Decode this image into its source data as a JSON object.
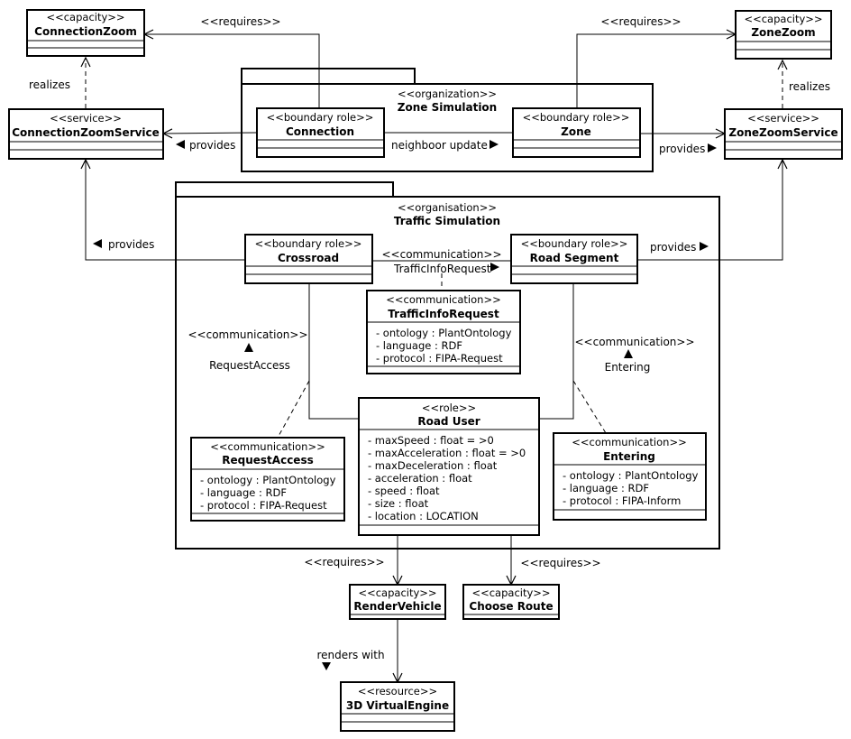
{
  "packages": {
    "zone": {
      "stereotype": "<<organization>>",
      "name": "Zone Simulation"
    },
    "traffic": {
      "stereotype": "<<organisation>>",
      "name": "Traffic Simulation"
    }
  },
  "classes": {
    "connection_zoom": {
      "stereotype": "<<capacity>>",
      "name": "ConnectionZoom"
    },
    "zone_zoom": {
      "stereotype": "<<capacity>>",
      "name": "ZoneZoom"
    },
    "connection_zoom_service": {
      "stereotype": "<<service>>",
      "name": "ConnectionZoomService"
    },
    "zone_zoom_service": {
      "stereotype": "<<service>>",
      "name": "ZoneZoomService"
    },
    "connection": {
      "stereotype": "<<boundary role>>",
      "name": "Connection"
    },
    "zone": {
      "stereotype": "<<boundary role>>",
      "name": "Zone"
    },
    "crossroad": {
      "stereotype": "<<boundary role>>",
      "name": "Crossroad"
    },
    "road_segment": {
      "stereotype": "<<boundary role>>",
      "name": "Road Segment"
    },
    "traffic_info_request": {
      "stereotype": "<<communication>>",
      "name": "TrafficInfoRequest",
      "attributes": [
        "- ontology : PlantOntology",
        "- language : RDF",
        "- protocol : FIPA-Request"
      ]
    },
    "request_access": {
      "stereotype": "<<communication>>",
      "name": "RequestAccess",
      "attributes": [
        "- ontology : PlantOntology",
        "- language : RDF",
        "- protocol : FIPA-Request"
      ]
    },
    "entering": {
      "stereotype": "<<communication>>",
      "name": "Entering",
      "attributes": [
        "- ontology : PlantOntology",
        "- language : RDF",
        "- protocol : FIPA-Inform"
      ]
    },
    "road_user": {
      "stereotype": "<<role>>",
      "name": "Road User",
      "attributes": [
        "- maxSpeed : float = >0",
        "- maxAcceleration : float = >0",
        "- maxDeceleration : float",
        "- acceleration : float",
        "- speed : float",
        "- size : float",
        "- location : LOCATION"
      ]
    },
    "render_vehicle": {
      "stereotype": "<<capacity>>",
      "name": "RenderVehicle"
    },
    "choose_route": {
      "stereotype": "<<capacity>>",
      "name": "Choose Route"
    },
    "virtual_engine": {
      "stereotype": "<<resource>>",
      "name": "3D VirtualEngine"
    }
  },
  "labels": {
    "requires_left": "<<requires>>",
    "requires_right": "<<requires>>",
    "realizes_left": "realizes",
    "realizes_right": "realizes",
    "provides_connection": "provides",
    "provides_zone": "provides",
    "neighbor_update": "neighboor update",
    "provides_crossroad": "provides",
    "provides_road_segment": "provides",
    "comm_traffic_stereo": "<<communication>>",
    "comm_traffic_name": "TrafficInfoRequest",
    "comm_request_stereo": "<<communication>>",
    "comm_request_name": "RequestAccess",
    "comm_entering_stereo": "<<communication>>",
    "comm_entering_name": "Entering",
    "requires_render": "<<requires>>",
    "requires_route": "<<requires>>",
    "renders_with": "renders with"
  }
}
